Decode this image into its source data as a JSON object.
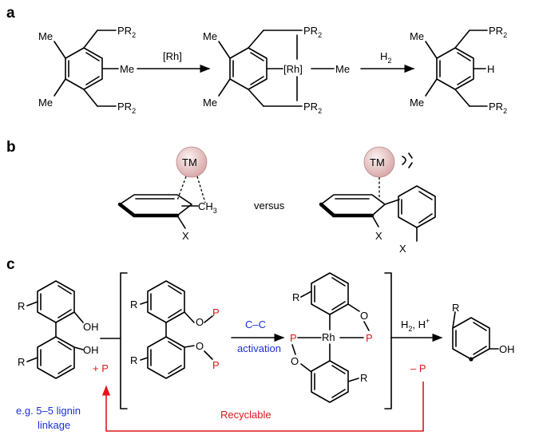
{
  "panels": {
    "a": {
      "label": "a",
      "me": "Me",
      "pr2": "PR",
      "pr2_sub": "2",
      "rh": "[Rh]",
      "h": "H",
      "h2": "H",
      "h2_sub": "2",
      "reagent": "[Rh]"
    },
    "b": {
      "label": "b",
      "tm": "TM",
      "ch3": "CH",
      "ch3_sub": "3",
      "x": "X",
      "versus": "versus"
    },
    "c": {
      "label": "c",
      "r": "R",
      "oh": "OH",
      "plus_p": "+ P",
      "o": "O",
      "p": "P",
      "cc": "C–C",
      "activation": "activation",
      "rh": "Rh",
      "h2h": "H",
      "h2h_sub": "2",
      "h2h_rest": ", H",
      "h2h_sup": "+",
      "minus_p": "– P",
      "recyclable": "Recyclable",
      "lignin_1": "e.g. 5–5 lignin",
      "lignin_2": "linkage"
    }
  },
  "colors": {
    "accent_blue": "#1c2fd9",
    "accent_red": "#e0161a",
    "tm_sphere": "#e8c4c4"
  }
}
